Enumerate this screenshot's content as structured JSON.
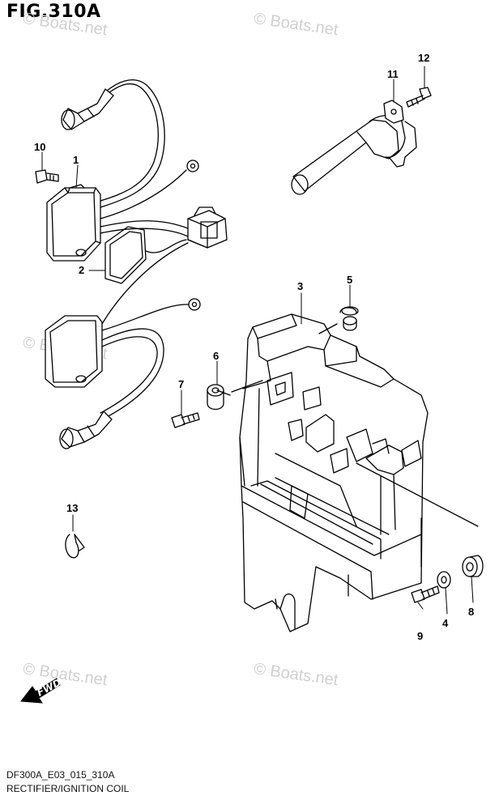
{
  "figure": {
    "title": "FIG.310A",
    "drawing_code": "DF300A_E03_015_310A",
    "caption": "RECTIFIER/IGNITION COIL"
  },
  "watermark": "© Boats.net",
  "callouts": [
    {
      "id": "c1",
      "label": "1"
    },
    {
      "id": "c2",
      "label": "2"
    },
    {
      "id": "c3",
      "label": "3"
    },
    {
      "id": "c4",
      "label": "4"
    },
    {
      "id": "c5",
      "label": "5"
    },
    {
      "id": "c6",
      "label": "6"
    },
    {
      "id": "c7",
      "label": "7"
    },
    {
      "id": "c8",
      "label": "8"
    },
    {
      "id": "c9",
      "label": "9"
    },
    {
      "id": "c10",
      "label": "10"
    },
    {
      "id": "c11",
      "label": "11"
    },
    {
      "id": "c12",
      "label": "12"
    },
    {
      "id": "c13",
      "label": "13"
    }
  ],
  "fwd_label": "FWD"
}
